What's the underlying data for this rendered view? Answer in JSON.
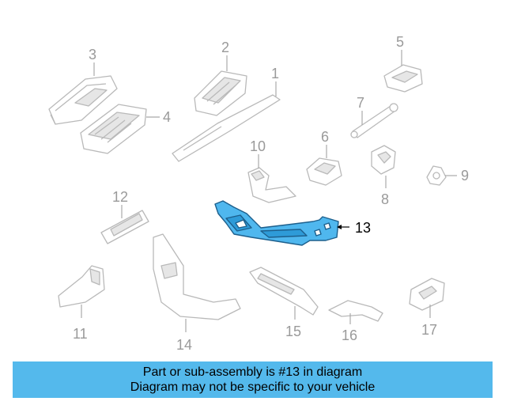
{
  "diagram": {
    "highlight_color": "#4fb7ee",
    "callouts": [
      "1",
      "2",
      "3",
      "4",
      "5",
      "6",
      "7",
      "8",
      "9",
      "10",
      "11",
      "12",
      "13",
      "14",
      "15",
      "16",
      "17"
    ],
    "highlighted_callout": "13"
  },
  "banner": {
    "line1": "Part or sub-assembly is #13 in diagram",
    "line2": "Diagram may not be specific to your vehicle",
    "background": "#54b9ec"
  }
}
